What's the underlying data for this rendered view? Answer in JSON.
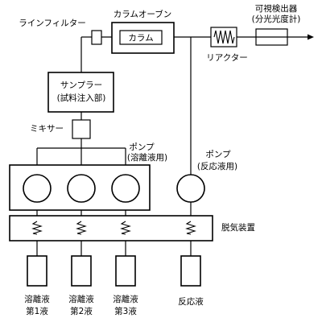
{
  "labels": {
    "line_filter": "ラインフィルター",
    "column_oven": "カラムオーブン",
    "column": "カラム",
    "detector_line1": "可視検出器",
    "detector_line2": "(分光光度計)",
    "reactor": "リアクター",
    "sampler_line1": "サンプラー",
    "sampler_line2": "(試料注入部)",
    "mixer": "ミキサー",
    "pump_elution_line1": "ポンプ",
    "pump_elution_line2": "(溶離液用)",
    "pump_reaction_line1": "ポンプ",
    "pump_reaction_line2": "(反応液用)",
    "degasser": "脱気装置",
    "eluent1_line1": "溶離液",
    "eluent1_line2": "第1液",
    "eluent2_line1": "溶離液",
    "eluent2_line2": "第2液",
    "eluent3_line1": "溶離液",
    "eluent3_line2": "第3液",
    "reaction_liquid": "反応液"
  }
}
